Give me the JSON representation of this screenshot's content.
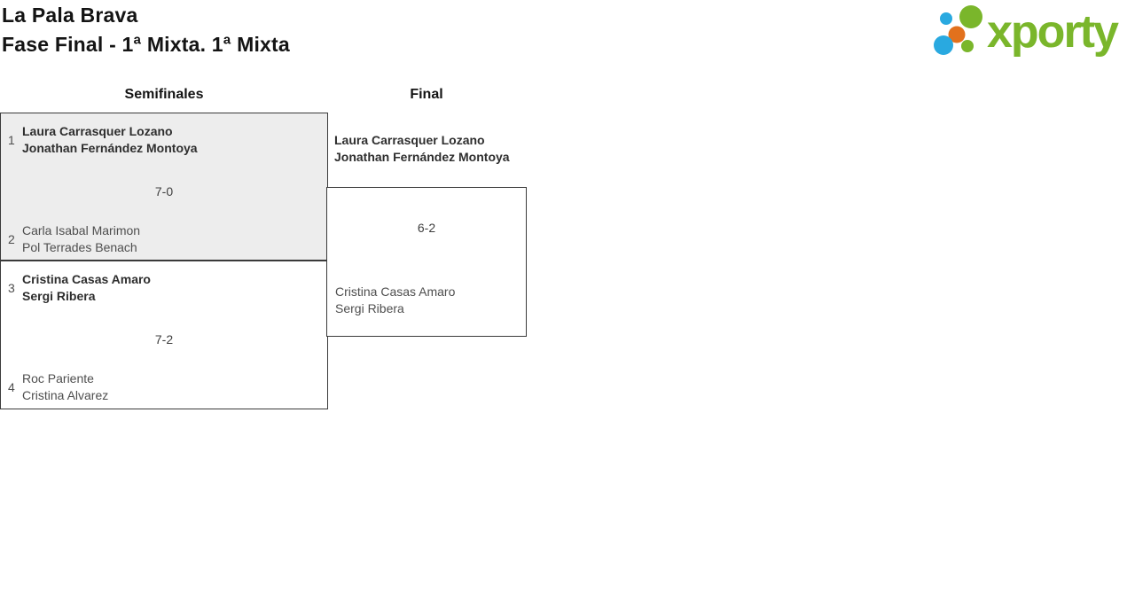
{
  "page": {
    "title": "La Pala Brava",
    "subtitle": "Fase Final - 1ª Mixta. 1ª Mixta"
  },
  "logo": {
    "text": "xporty",
    "green": "#7ab62b",
    "blue": "#29a9e0",
    "orange": "#e2711d"
  },
  "colors": {
    "highlight_box_bg": "#ededed",
    "box_border": "#3a3a3a",
    "winner_text": "#2e2e2e",
    "loser_text": "#4e4e4e"
  },
  "bracket": {
    "rounds": [
      {
        "label": "Semifinales",
        "matches": [
          {
            "score": "7-0",
            "teams": [
              {
                "seed": "1",
                "player1": "Laura Carrasquer Lozano",
                "player2": "Jonathan Fernández Montoya",
                "result": "winner"
              },
              {
                "seed": "2",
                "player1": "Carla Isabal Marimon",
                "player2": "Pol Terrades Benach",
                "result": "loser"
              }
            ]
          },
          {
            "score": "7-2",
            "teams": [
              {
                "seed": "3",
                "player1": "Cristina Casas Amaro",
                "player2": "Sergi Ribera",
                "result": "winner"
              },
              {
                "seed": "4",
                "player1": "Roc Pariente",
                "player2": "Cristina Alvarez",
                "result": "loser"
              }
            ]
          }
        ]
      },
      {
        "label": "Final",
        "matches": [
          {
            "score": "6-2",
            "teams": [
              {
                "player1": "Laura Carrasquer Lozano",
                "player2": "Jonathan Fernández Montoya",
                "result": "winner"
              },
              {
                "player1": "Cristina Casas Amaro",
                "player2": "Sergi Ribera",
                "result": "loser"
              }
            ]
          }
        ]
      }
    ]
  }
}
